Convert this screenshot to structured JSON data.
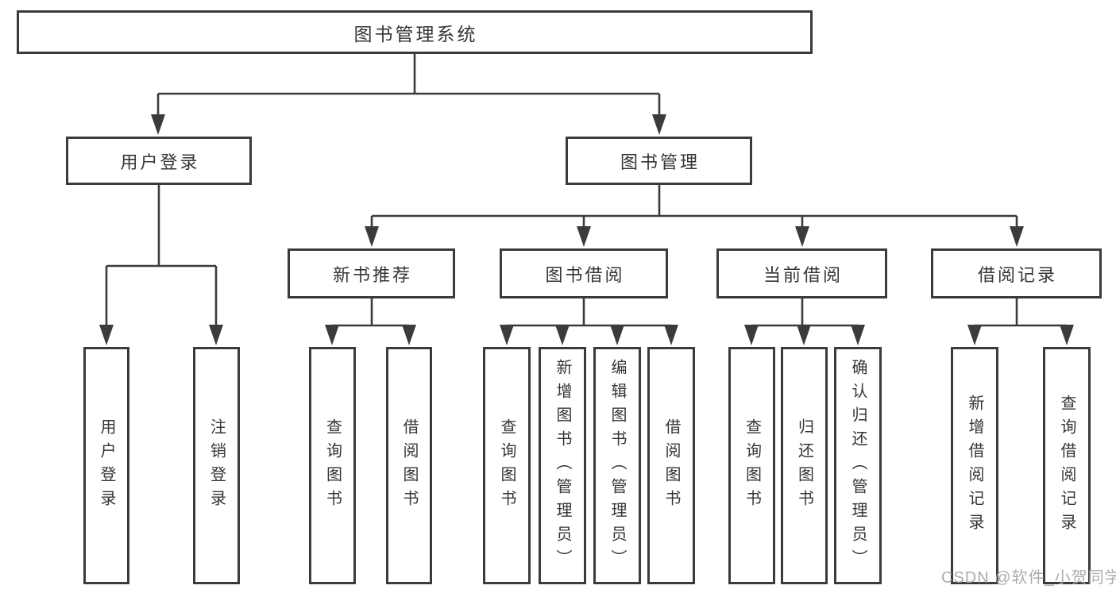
{
  "diagram": {
    "root": {
      "label": "图书管理系统"
    },
    "branches": [
      {
        "label": "用户登录",
        "children": [
          {
            "label": "用户登录"
          },
          {
            "label": "注销登录"
          }
        ]
      },
      {
        "label": "图书管理",
        "groups": [
          {
            "label": "新书推荐",
            "children": [
              {
                "label": "查询图书"
              },
              {
                "label": "借阅图书"
              }
            ]
          },
          {
            "label": "图书借阅",
            "children": [
              {
                "label": "查询图书"
              },
              {
                "label": "新增图书（管理员）"
              },
              {
                "label": "编辑图书（管理员）"
              },
              {
                "label": "借阅图书"
              }
            ]
          },
          {
            "label": "当前借阅",
            "children": [
              {
                "label": "查询图书"
              },
              {
                "label": "归还图书"
              },
              {
                "label": "确认归还（管理员）"
              }
            ]
          },
          {
            "label": "借阅记录",
            "children": [
              {
                "label": "新增借阅记录"
              },
              {
                "label": "查询借阅记录"
              }
            ]
          }
        ]
      }
    ]
  },
  "watermark": "CSDN @软件_小贺同学",
  "colors": {
    "line": "#3b3b3b",
    "text": "#353535",
    "watermark": "#a8a8a8",
    "background": "#ffffff"
  }
}
